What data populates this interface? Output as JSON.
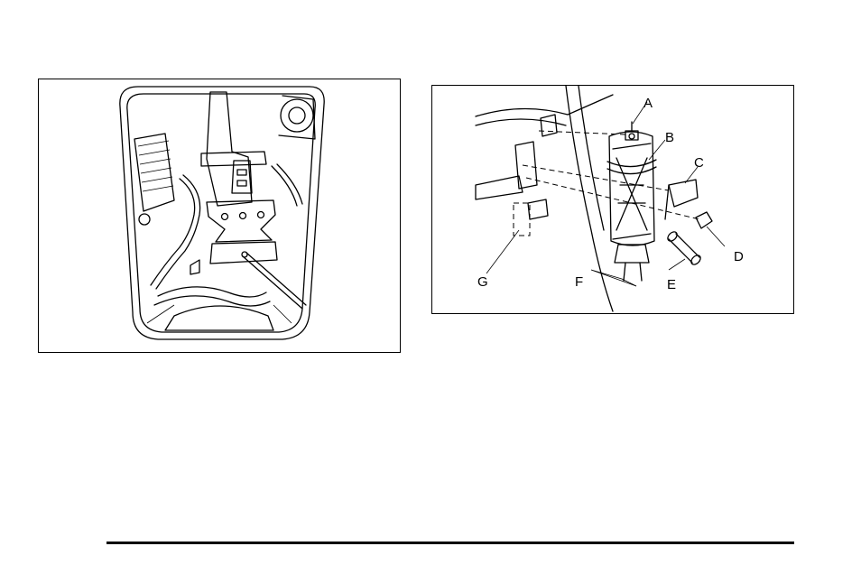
{
  "figures": {
    "left": {
      "description_icon": "spare-tire-jack-compartment-illustration"
    },
    "right": {
      "description_icon": "jack-assembly-exploded-illustration",
      "callouts": [
        {
          "id": "a",
          "label": "A"
        },
        {
          "id": "b",
          "label": "B"
        },
        {
          "id": "c",
          "label": "C"
        },
        {
          "id": "d",
          "label": "D"
        },
        {
          "id": "e",
          "label": "E"
        },
        {
          "id": "f",
          "label": "F"
        },
        {
          "id": "g",
          "label": "G"
        }
      ]
    }
  },
  "colors": {
    "ink": "#000000",
    "paper": "#ffffff"
  }
}
